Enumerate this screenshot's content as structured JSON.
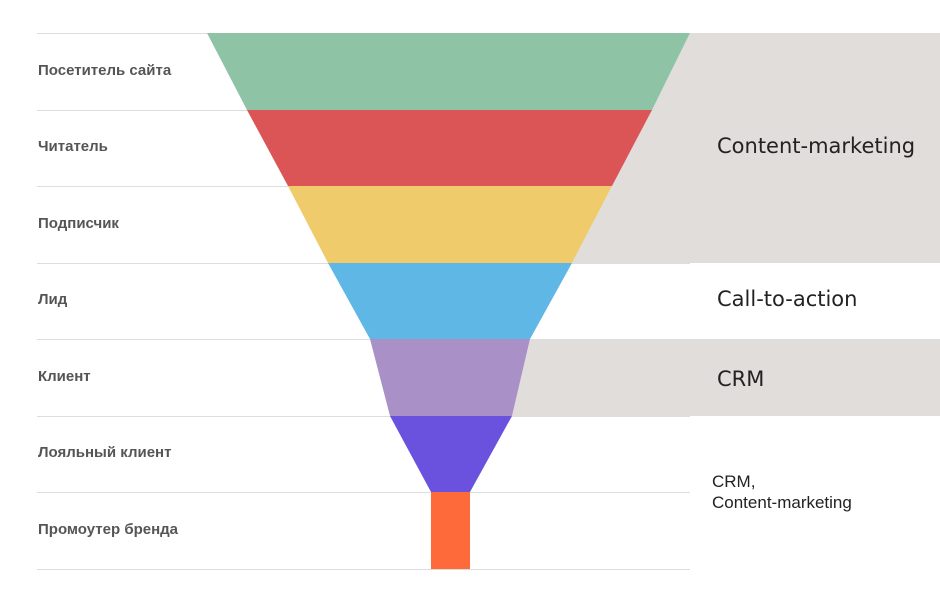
{
  "stages": [
    {
      "label": "Посетитель сайта",
      "color": "#8FC3A6"
    },
    {
      "label": "Читатель",
      "color": "#DB5456"
    },
    {
      "label": "Подписчик",
      "color": "#EFCB6B"
    },
    {
      "label": "Лид",
      "color": "#5EB7E5"
    },
    {
      "label": "Клиент",
      "color": "#A991C7"
    },
    {
      "label": "Лояльный клиент",
      "color": "#6A52DE"
    },
    {
      "label": "Промоутер бренда",
      "color": "#FF6A3A"
    }
  ],
  "channels": [
    {
      "label": "Content-marketing",
      "shaded": true,
      "color": "#E0DDDB"
    },
    {
      "label": "Call-to-action",
      "shaded": false
    },
    {
      "label": "CRM",
      "shaded": true,
      "color": "#E0DDDB"
    },
    {
      "label_line1": "CRM,",
      "label_line2": "Content-marketing",
      "shaded": false
    }
  ],
  "colors": {
    "divider": "#DDDDDD",
    "stage_text": "#555555",
    "channel_text": "#222222"
  }
}
